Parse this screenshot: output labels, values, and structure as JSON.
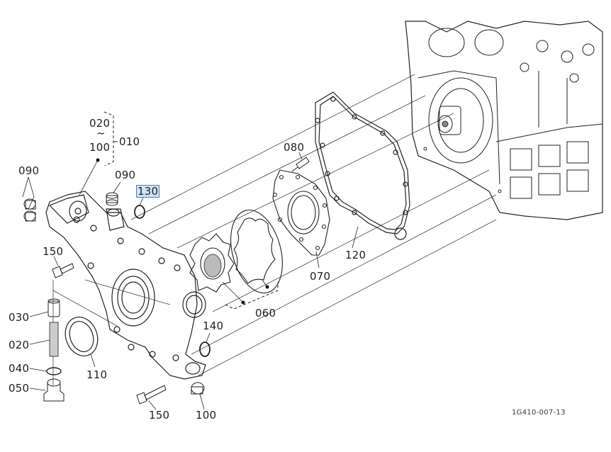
{
  "diagram": {
    "type": "exploded-parts-diagram",
    "subject": "Oil pump assembly mounted to engine front gear case",
    "drawing_code": "1G410-007-13",
    "highlighted_part": "130",
    "group": {
      "label": "010",
      "range_from": "020",
      "range_sep": "~",
      "range_to": "100"
    },
    "callouts": [
      {
        "id": "090a",
        "label": "090",
        "part": "plug (x2)"
      },
      {
        "id": "090b",
        "label": "090",
        "part": "plug"
      },
      {
        "id": "130",
        "label": "130",
        "part": "O-ring",
        "highlighted": true
      },
      {
        "id": "150a",
        "label": "150",
        "part": "bolt"
      },
      {
        "id": "030",
        "label": "030",
        "part": "valve"
      },
      {
        "id": "020",
        "label": "020",
        "part": "spring"
      },
      {
        "id": "040",
        "label": "040",
        "part": "washer"
      },
      {
        "id": "050",
        "label": "050",
        "part": "plug"
      },
      {
        "id": "110",
        "label": "110",
        "part": "oil seal"
      },
      {
        "id": "150b",
        "label": "150",
        "part": "bolt"
      },
      {
        "id": "100",
        "label": "100",
        "part": "plug"
      },
      {
        "id": "140",
        "label": "140",
        "part": "O-ring"
      },
      {
        "id": "060",
        "label": "060",
        "part": "rotor set"
      },
      {
        "id": "080",
        "label": "080",
        "part": "screw"
      },
      {
        "id": "070",
        "label": "070",
        "part": "plate"
      },
      {
        "id": "120",
        "label": "120",
        "part": "gasket"
      }
    ]
  }
}
